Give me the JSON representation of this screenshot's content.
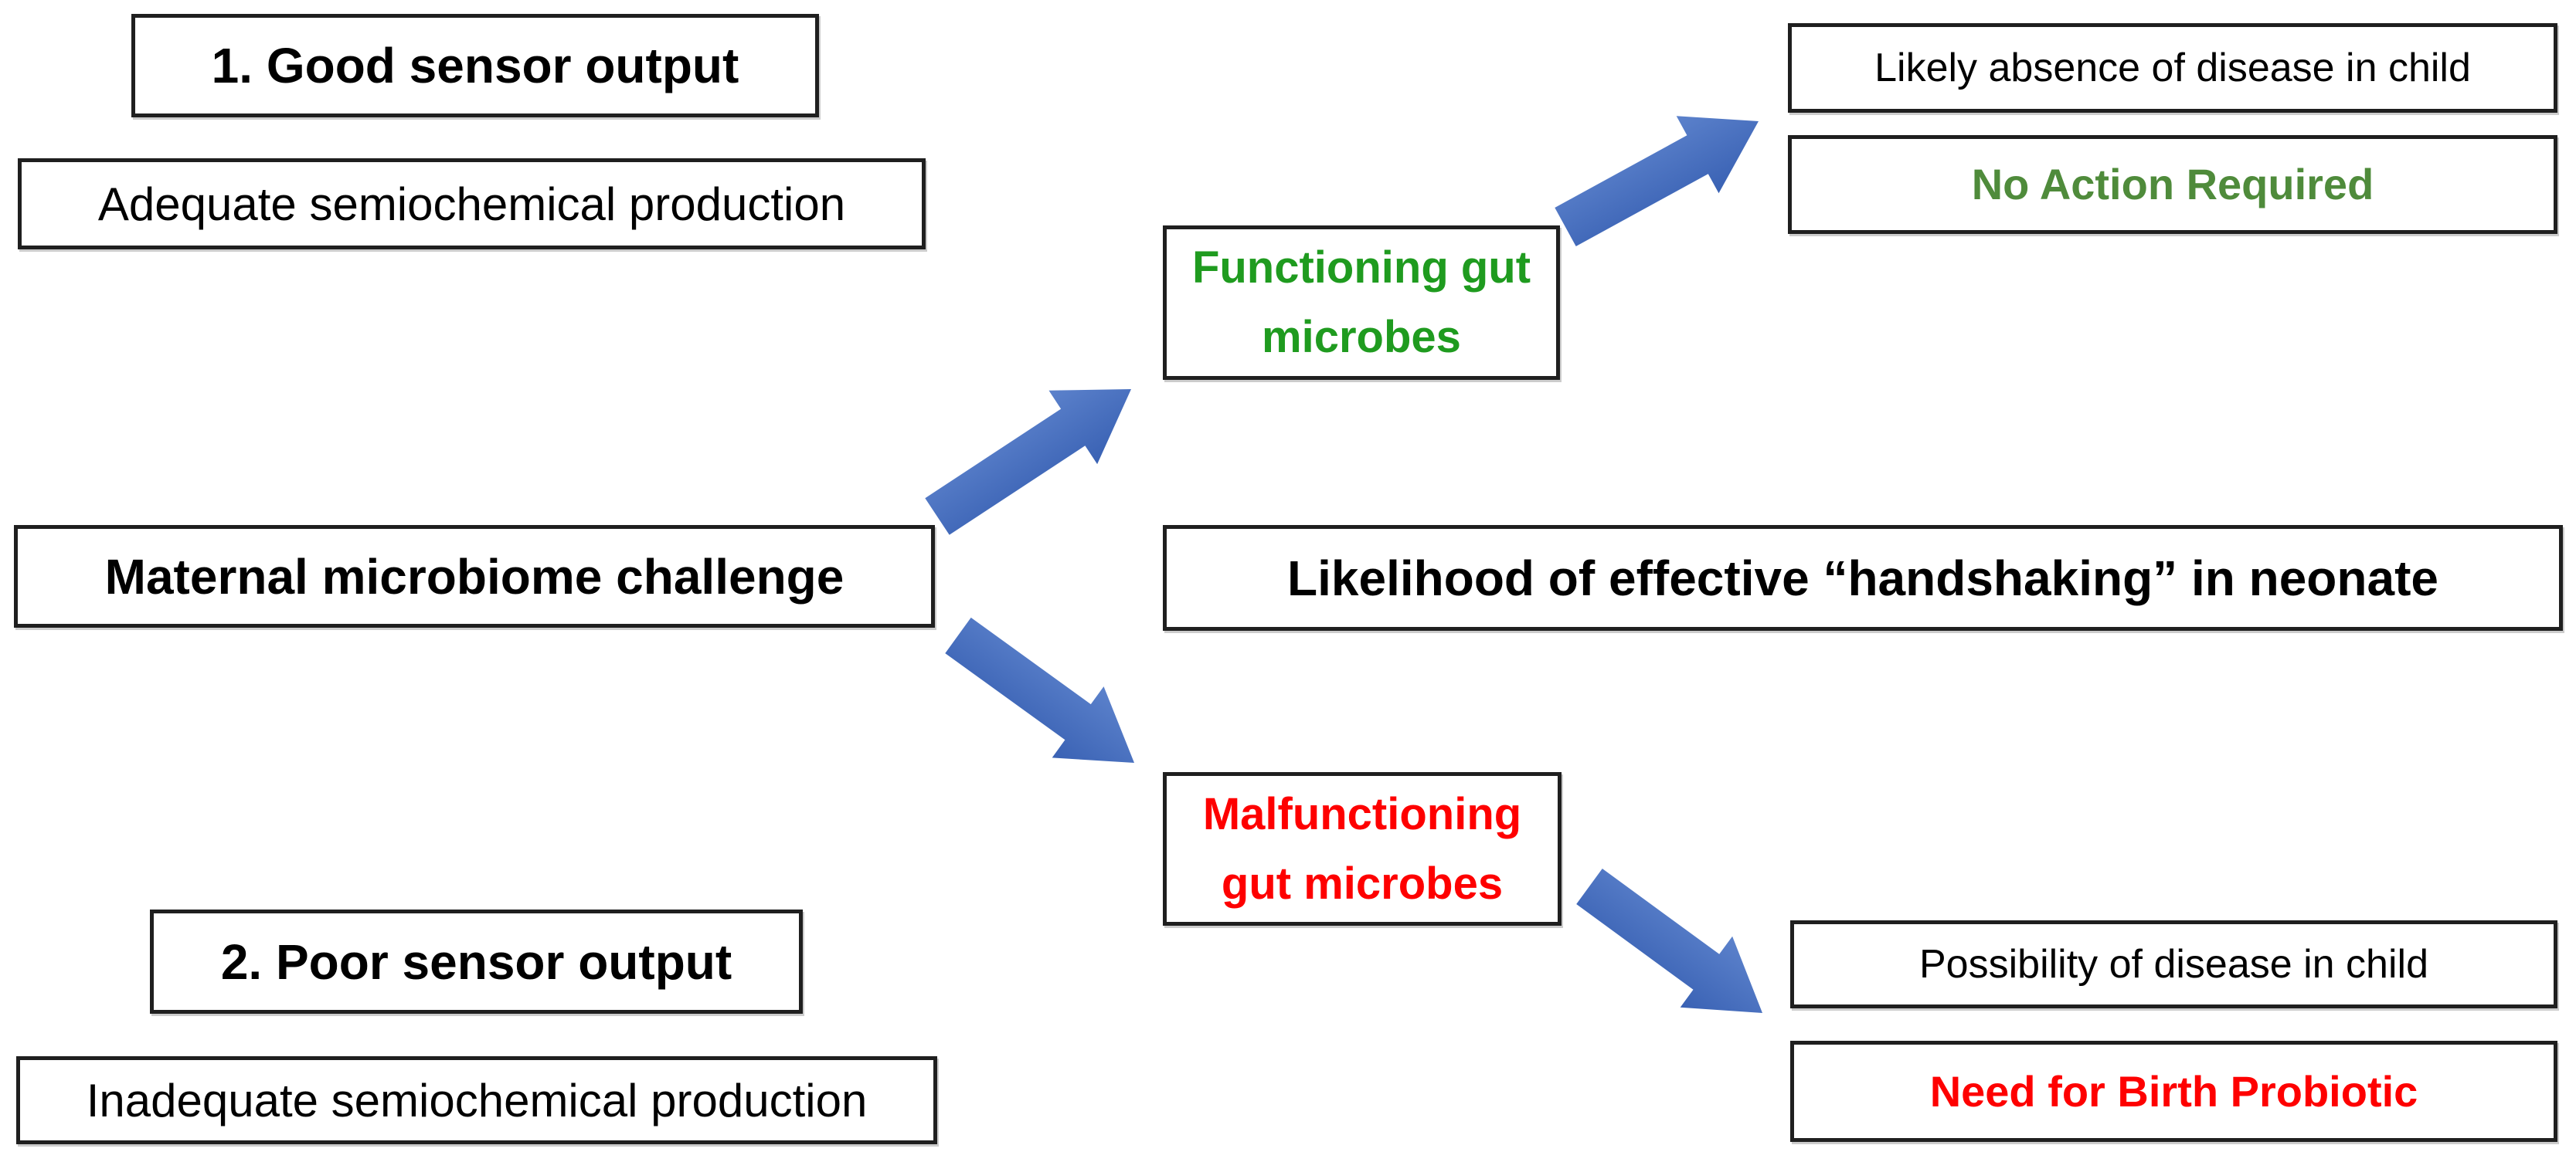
{
  "colors": {
    "background": "#ffffff",
    "border": "#1f1f1f",
    "black": "#000000",
    "green_bright": "#1f9b1f",
    "green_dark": "#4f8b3b",
    "red": "#fe0000",
    "arrow_light": "#5b81cb",
    "arrow_dark": "#3a62b4"
  },
  "nodes": {
    "good_sensor": {
      "label": "1. Good sensor output",
      "color": "black"
    },
    "adequate": {
      "label": "Adequate semiochemical production",
      "color": "black"
    },
    "maternal": {
      "label": "Maternal microbiome challenge",
      "color": "black"
    },
    "likelihood": {
      "label": "Likelihood of effective “handshaking” in neonate",
      "color": "black"
    },
    "functioning": {
      "label": "Functioning gut microbes",
      "color": "green_bright"
    },
    "likely_absence": {
      "label": "Likely absence of disease in child",
      "color": "black"
    },
    "no_action": {
      "label": "No Action Required",
      "color": "green_dark"
    },
    "malfunctioning": {
      "label": "Malfunctioning gut microbes",
      "color": "red"
    },
    "poor_sensor": {
      "label": "2. Poor sensor output",
      "color": "black"
    },
    "inadequate": {
      "label": "Inadequate semiochemical production",
      "color": "black"
    },
    "possibility": {
      "label": "Possibility of disease in child",
      "color": "black"
    },
    "need_probiotic": {
      "label": "Need for Birth Probiotic",
      "color": "red"
    }
  },
  "arrows": [
    {
      "name": "maternal-to-functioning",
      "from": "maternal",
      "to": "functioning"
    },
    {
      "name": "functioning-to-likely-absence",
      "from": "functioning",
      "to": "likely_absence"
    },
    {
      "name": "maternal-to-malfunctioning",
      "from": "maternal",
      "to": "malfunctioning"
    },
    {
      "name": "malfunctioning-to-possibility",
      "from": "malfunctioning",
      "to": "possibility"
    }
  ]
}
